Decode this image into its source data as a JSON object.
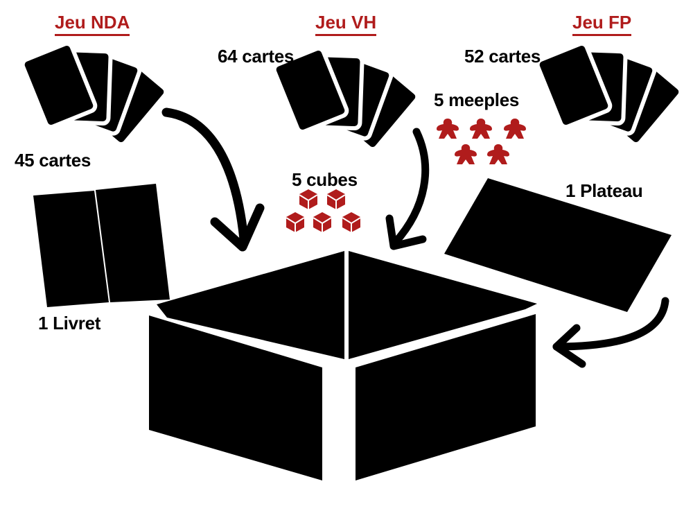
{
  "colors": {
    "accent_red": "#b01c1c",
    "ink": "#000000",
    "background": "#ffffff"
  },
  "games": [
    {
      "title": "Jeu NDA",
      "cards_label": "45 cartes",
      "extra_label": "1 Livret"
    },
    {
      "title": "Jeu VH",
      "cards_label": "64 cartes",
      "extra_label": "5 cubes"
    },
    {
      "title": "Jeu FP",
      "cards_label": "52 cartes",
      "extra_label": "5 meeples",
      "extra_label_2": "1 Plateau"
    }
  ],
  "components": {
    "cards_icon": "card-fan-icon",
    "booklet_icon": "open-booklet-icon",
    "cube_icon": "cube-icon",
    "meeple_icon": "meeple-icon",
    "board_icon": "game-board-icon",
    "box_icon": "open-box-icon",
    "arrow_icon": "curved-arrow-icon",
    "cube_count": 5,
    "meeple_count": 5
  }
}
